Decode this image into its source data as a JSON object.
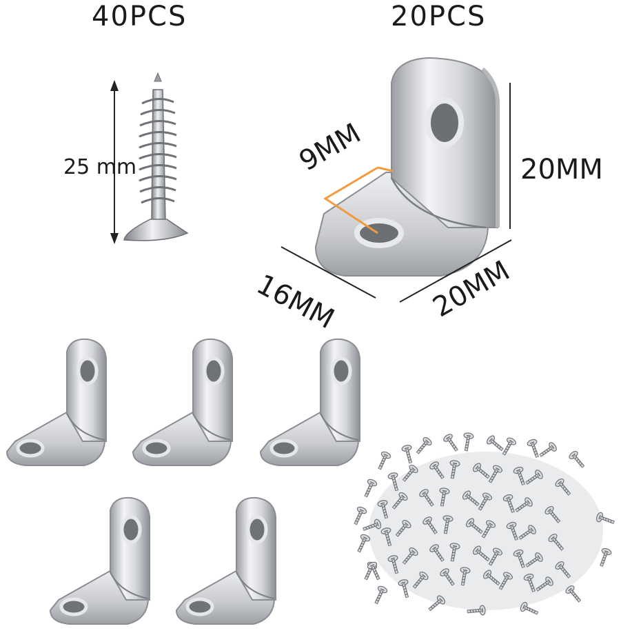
{
  "labels": {
    "screw_quantity": "40PCS",
    "bracket_quantity": "20PCS",
    "screw_length": "25 mm",
    "bracket_hole_offset": "9MM",
    "bracket_height": "20MM",
    "bracket_base_depth": "16MM",
    "bracket_base_width": "20MM"
  },
  "colors": {
    "text": "#1a1a1a",
    "metal_light": "#f2f2f4",
    "metal_mid": "#c7c9cd",
    "metal_dark": "#8a8d92",
    "accent_orange": "#f39a3c"
  },
  "counts": {
    "brackets_in_grid": 5
  }
}
